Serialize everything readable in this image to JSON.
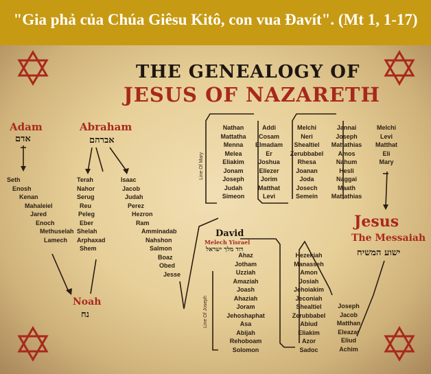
{
  "banner": {
    "text": "\"Gia phả của Chúa Giêsu Kitô, con vua Đavít\". (Mt 1, 1-17)"
  },
  "title": {
    "line1": "THE GENEALOGY OF",
    "line2": "JESUS OF NAZARETH"
  },
  "adam": {
    "label": "Adam",
    "hebrew": "אדם",
    "names": [
      "Seth",
      "Enosh",
      "Kenan",
      "Mahaleiel",
      "Jared",
      "Enoch",
      "Methuselah",
      "Lamech"
    ]
  },
  "abraham": {
    "label": "Abraham",
    "hebrew": "אברהם",
    "left_names": [
      "Terah",
      "Nahor",
      "Serug",
      "Reu",
      "Peleg",
      "Eber",
      "Shelah",
      "Arphaxad",
      "Shem"
    ],
    "right_names": [
      "Isaac",
      "Jacob",
      "Judah",
      "Perez",
      "Hezron",
      "Ram",
      "Amminadab",
      "Nahshon",
      "Salmon",
      "Boaz",
      "Obed",
      "Jesse"
    ]
  },
  "noah": {
    "label": "Noah",
    "hebrew": "נח"
  },
  "mary_line": {
    "label": "Line Of Mary",
    "columns": [
      [
        "Nathan",
        "Mattatha",
        "Menna",
        "Melea",
        "Eliakim",
        "Jonam",
        "Joseph",
        "Judah",
        "Simeon"
      ],
      [
        "Addi",
        "Cosam",
        "Elmadam",
        "Er",
        "Joshua",
        "Eliezer",
        "Jorim",
        "Matthat",
        "Levi"
      ],
      [
        "Melchi",
        "Neri",
        "Shealtiel",
        "Zerubbabel",
        "Rhesa",
        "Joanan",
        "Joda",
        "Josech",
        "Semein"
      ],
      [
        "Jannai",
        "Joseph",
        "Mattathias",
        "Amos",
        "Nahum",
        "Hesli",
        "Naggai",
        "Maath",
        "Mattathias"
      ],
      [
        "Melchi",
        "Levi",
        "Matthat",
        "Eli",
        "Mary"
      ]
    ]
  },
  "david": {
    "label": "David",
    "title": "Melech Yisrael",
    "hebrew": "דוד מלך ישראל"
  },
  "joseph_line": {
    "label": "Line Of Joseph",
    "columns": [
      [
        "Ahaz",
        "Jotham",
        "Uzziah",
        "Amaziah",
        "Joash",
        "Ahaziah",
        "Joram",
        "Jehoshaphat",
        "Asa",
        "Abijah",
        "Rehoboam",
        "Solomon"
      ],
      [
        "Hezekiah",
        "Manasseh",
        "Amon",
        "Josiah",
        "Jehoiakim",
        "Jeconiah",
        "Shealtiel",
        "Zerubbabel",
        "Abiud",
        "Eliakim",
        "Azor",
        "Sadoc"
      ],
      [
        "Joseph",
        "Jacob",
        "Matthan",
        "Eleazar",
        "Eliud",
        "Achim"
      ]
    ]
  },
  "jesus": {
    "name": "Jesus",
    "title": "The Messaiah",
    "hebrew": "ישוע המשיח"
  },
  "colors": {
    "banner": "#c79a13",
    "accent_red": "#a8281c",
    "ink": "#1e1610",
    "parchment": "#e7cf98"
  },
  "icons": [
    "star-of-david-icon",
    "star-of-david-icon",
    "star-of-david-icon",
    "star-of-david-icon"
  ]
}
